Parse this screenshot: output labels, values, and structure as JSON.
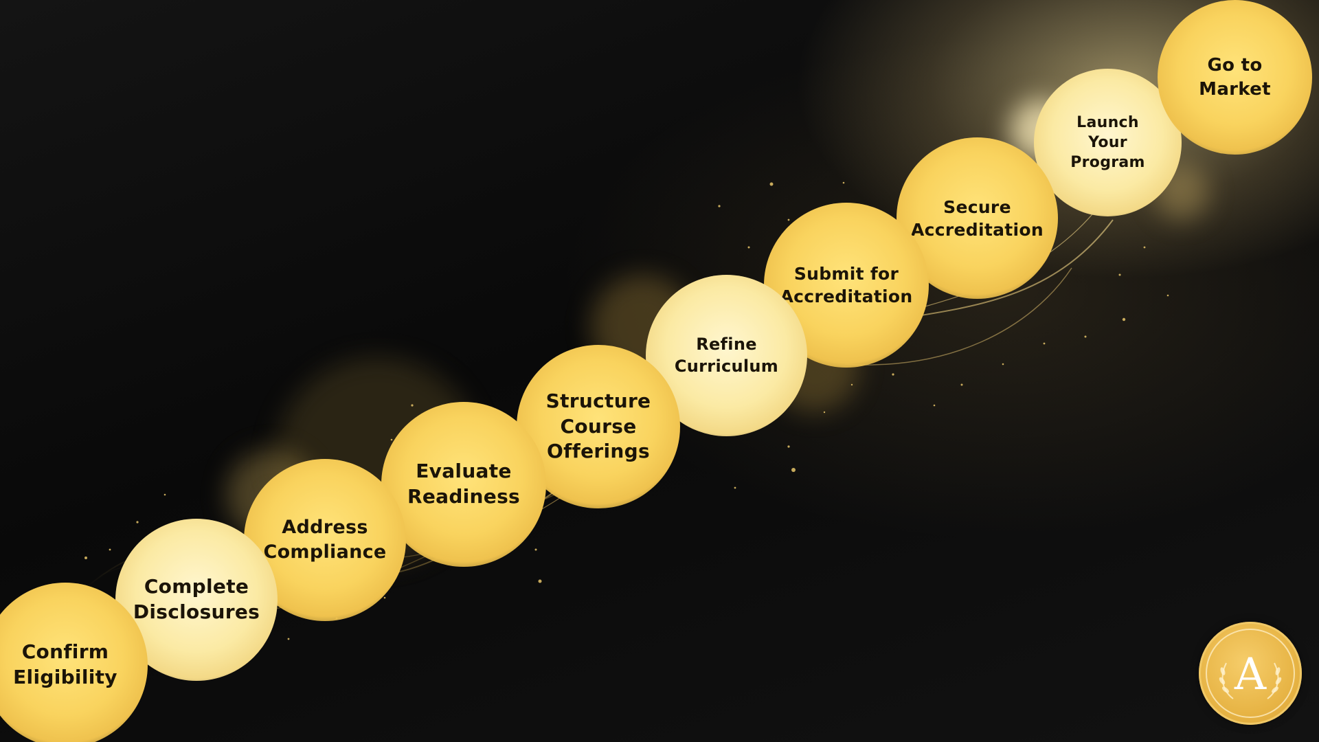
{
  "steps": [
    {
      "label": "Confirm\nEligibility"
    },
    {
      "label": "Complete\nDisclosures"
    },
    {
      "label": "Address\nCompliance"
    },
    {
      "label": "Evaluate\nReadiness"
    },
    {
      "label": "Structure\nCourse\nOfferings"
    },
    {
      "label": "Refine\nCurriculum"
    },
    {
      "label": "Submit for\nAccreditation"
    },
    {
      "label": "Secure\nAccreditation"
    },
    {
      "label": "Launch\nYour\nProgram"
    },
    {
      "label": "Go to\nMarket"
    }
  ],
  "logo": {
    "letter": "A"
  },
  "colors": {
    "gold": "#f9d35e",
    "pale_gold": "#fbeaa4",
    "text": "#1b1408",
    "background": "#0b0b0b"
  }
}
